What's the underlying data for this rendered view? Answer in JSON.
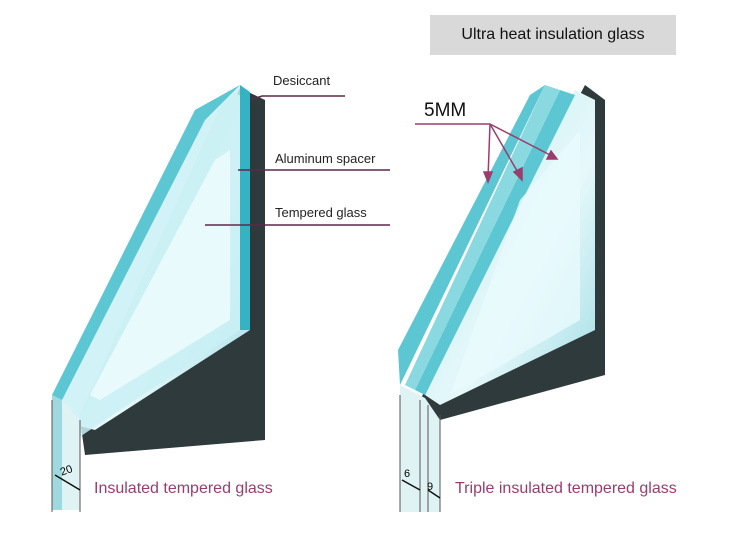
{
  "title": "Ultra heat insulation glass",
  "labels": {
    "desiccant": "Desiccant",
    "spacer": "Aluminum spacer",
    "tempered": "Tempered glass",
    "thickness": "5MM"
  },
  "dimensions": {
    "left_gap": "20",
    "right_gap_1": "6",
    "right_gap_2": "9"
  },
  "captions": {
    "left": "Insulated tempered glass",
    "right": "Triple insulated tempered glass"
  },
  "colors": {
    "glass": "#7fd3dc",
    "edge": "#2aa5b4",
    "frame": "#1c1c1c",
    "caption": "#9a3d6e",
    "title_bg": "#d9d9d9"
  }
}
